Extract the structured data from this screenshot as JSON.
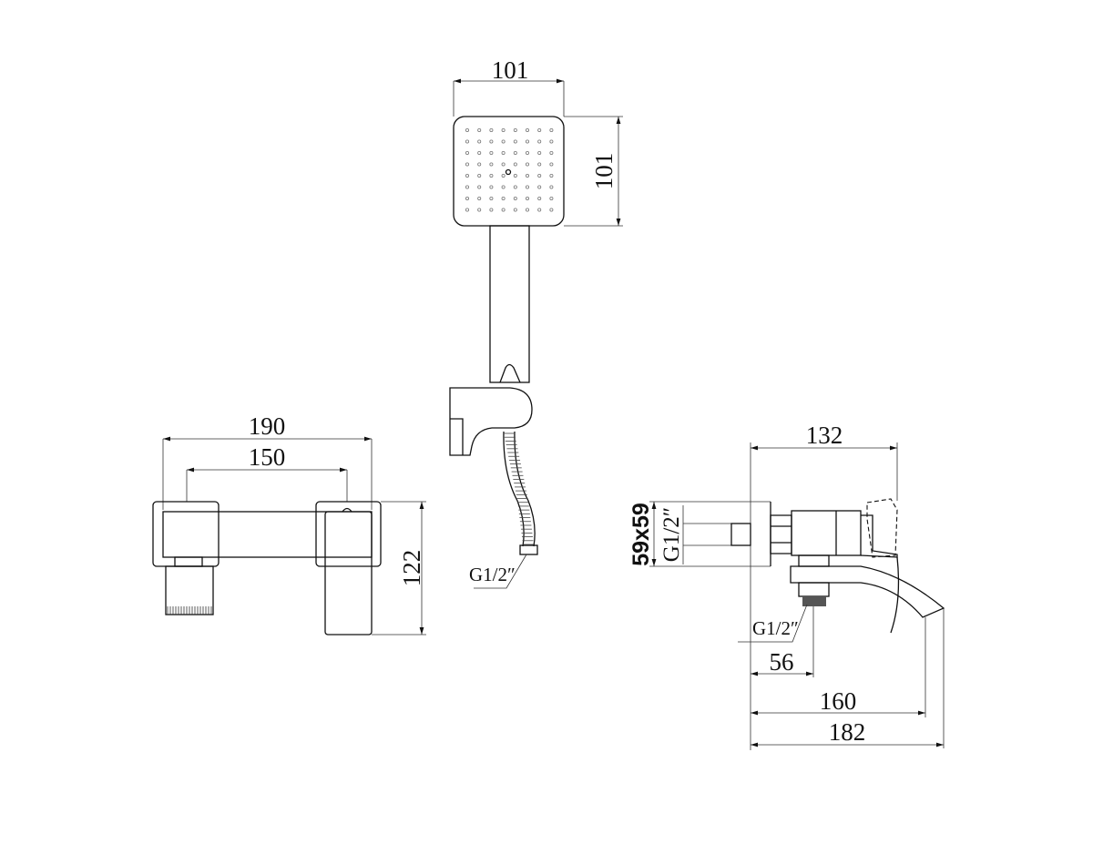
{
  "shower_head": {
    "width": "101",
    "height": "101",
    "hose_thread": "G1/2″"
  },
  "front_view": {
    "overall_width": "190",
    "centres": "150",
    "height": "122"
  },
  "side_view": {
    "depth": "132",
    "plate": "59x59",
    "inlet_thread": "G1/2″",
    "outlet_thread": "G1/2″",
    "outlet_offset": "56",
    "spout_reach": "160",
    "overall_depth": "182"
  }
}
